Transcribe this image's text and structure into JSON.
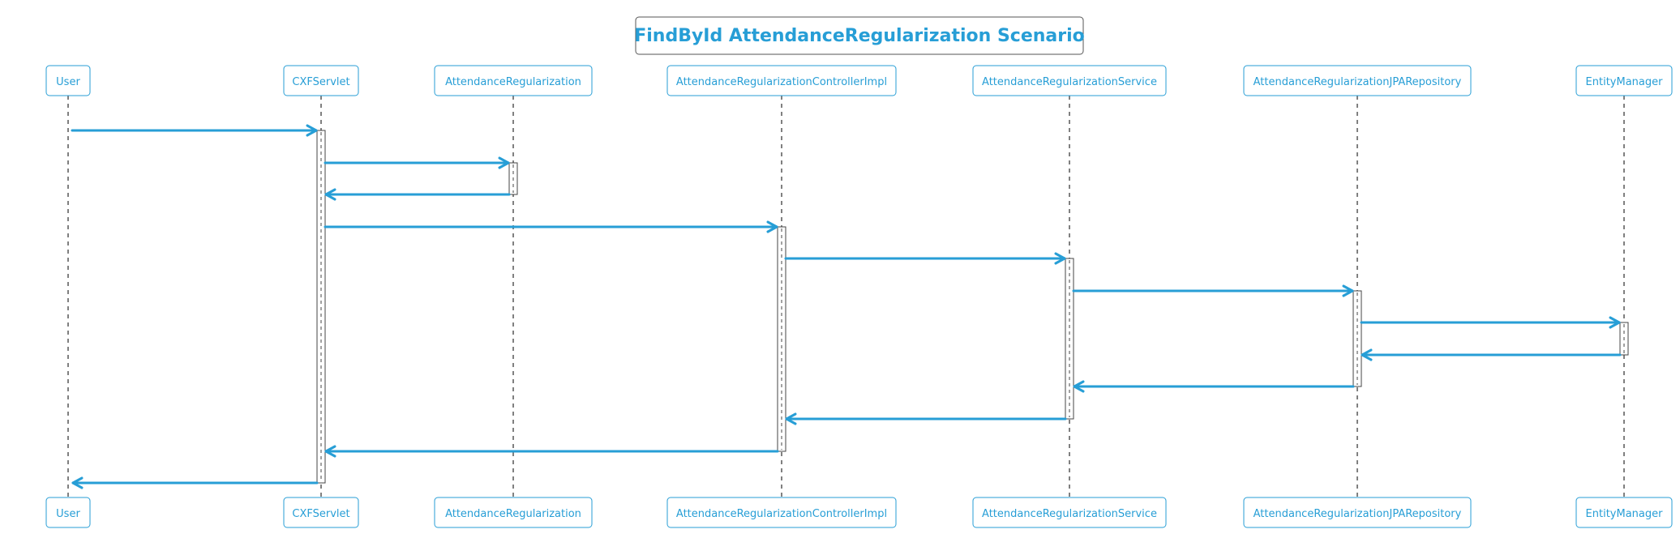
{
  "diagram": {
    "title": "FindById AttendanceRegularization Scenario",
    "colors": {
      "accent": "#279ed6",
      "box_fill": "#ffffff",
      "lifeline": "#000000",
      "activation_fill": "#ffffff",
      "activation_stroke": "#444444",
      "title_border": "#555555"
    },
    "participants": [
      {
        "id": "user",
        "label": "User"
      },
      {
        "id": "cxf",
        "label": "CXFServlet"
      },
      {
        "id": "ar",
        "label": "AttendanceRegularization"
      },
      {
        "id": "ctrl",
        "label": "AttendanceRegularizationControllerImpl"
      },
      {
        "id": "svc",
        "label": "AttendanceRegularizationService"
      },
      {
        "id": "repo",
        "label": "AttendanceRegularizationJPARepository"
      },
      {
        "id": "em",
        "label": "EntityManager"
      }
    ],
    "messages": [
      {
        "from": "user",
        "to": "cxf"
      },
      {
        "from": "cxf",
        "to": "ar"
      },
      {
        "from": "ar",
        "to": "cxf"
      },
      {
        "from": "cxf",
        "to": "ctrl"
      },
      {
        "from": "ctrl",
        "to": "svc"
      },
      {
        "from": "svc",
        "to": "repo"
      },
      {
        "from": "repo",
        "to": "em"
      },
      {
        "from": "em",
        "to": "repo"
      },
      {
        "from": "repo",
        "to": "svc"
      },
      {
        "from": "svc",
        "to": "ctrl"
      },
      {
        "from": "ctrl",
        "to": "cxf"
      },
      {
        "from": "cxf",
        "to": "user"
      }
    ],
    "activations": [
      {
        "participant": "cxf",
        "from_msg": 0,
        "to_msg": 11
      },
      {
        "participant": "ar",
        "from_msg": 1,
        "to_msg": 2
      },
      {
        "participant": "ctrl",
        "from_msg": 3,
        "to_msg": 10
      },
      {
        "participant": "svc",
        "from_msg": 4,
        "to_msg": 9
      },
      {
        "participant": "repo",
        "from_msg": 5,
        "to_msg": 8
      },
      {
        "participant": "em",
        "from_msg": 6,
        "to_msg": 7
      }
    ]
  }
}
